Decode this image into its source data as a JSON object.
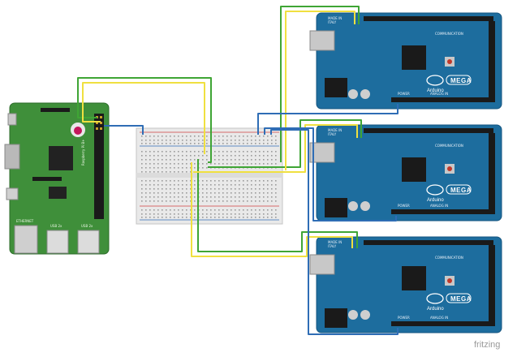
{
  "boards": {
    "mega_label": "MEGA",
    "arduino_label": "Arduino",
    "made_in": "MADE IN",
    "italy": "ITALY",
    "communication": "COMMUNICATION",
    "power": "POWER",
    "analog_in": "ANALOG IN"
  },
  "pi": {
    "ethernet": "ETHERNET",
    "usb1": "USB 2x",
    "usb2": "USB 2x",
    "model": "Raspberry Pi B+"
  },
  "watermark": "fritzing",
  "colors": {
    "arduino_blue": "#1d6d9e",
    "pi_green": "#3f8f3a",
    "wire_green": "#3fa535",
    "wire_yellow": "#f0e040",
    "wire_blue": "#2f6db5",
    "breadboard": "#e8e8e8"
  }
}
